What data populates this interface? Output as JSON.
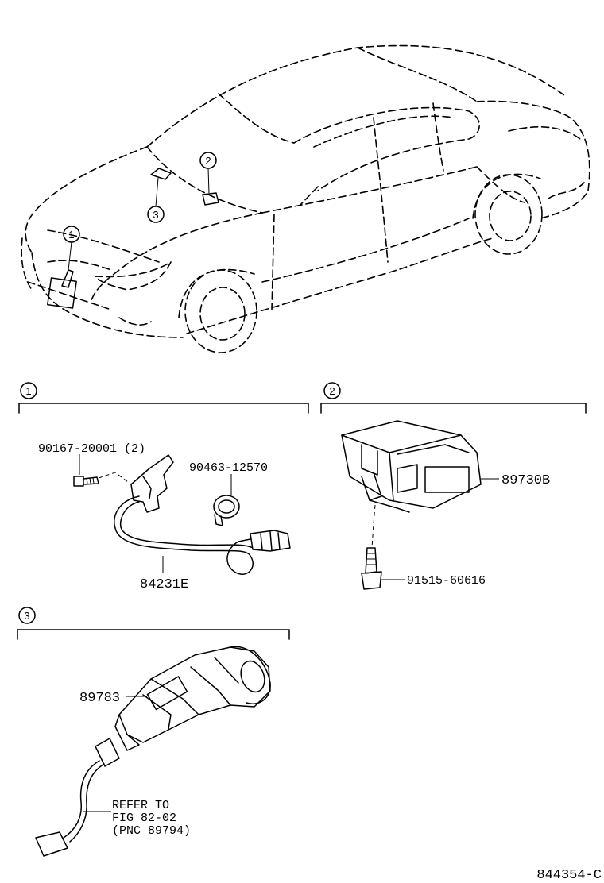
{
  "callouts": [
    "1",
    "2",
    "3"
  ],
  "section1": {
    "number": "1",
    "bolt": "90167-20001 (2)",
    "clamp": "90463-12570",
    "harness": "84231E"
  },
  "section2": {
    "number": "2",
    "ecu": "89730B",
    "screw": "91515-60616"
  },
  "section3": {
    "number": "3",
    "part": "89783",
    "note_line1": "REFER TO",
    "note_line2": "FIG 82-02",
    "note_line3": "(PNC 89794)"
  },
  "figure_id": "844354-C"
}
